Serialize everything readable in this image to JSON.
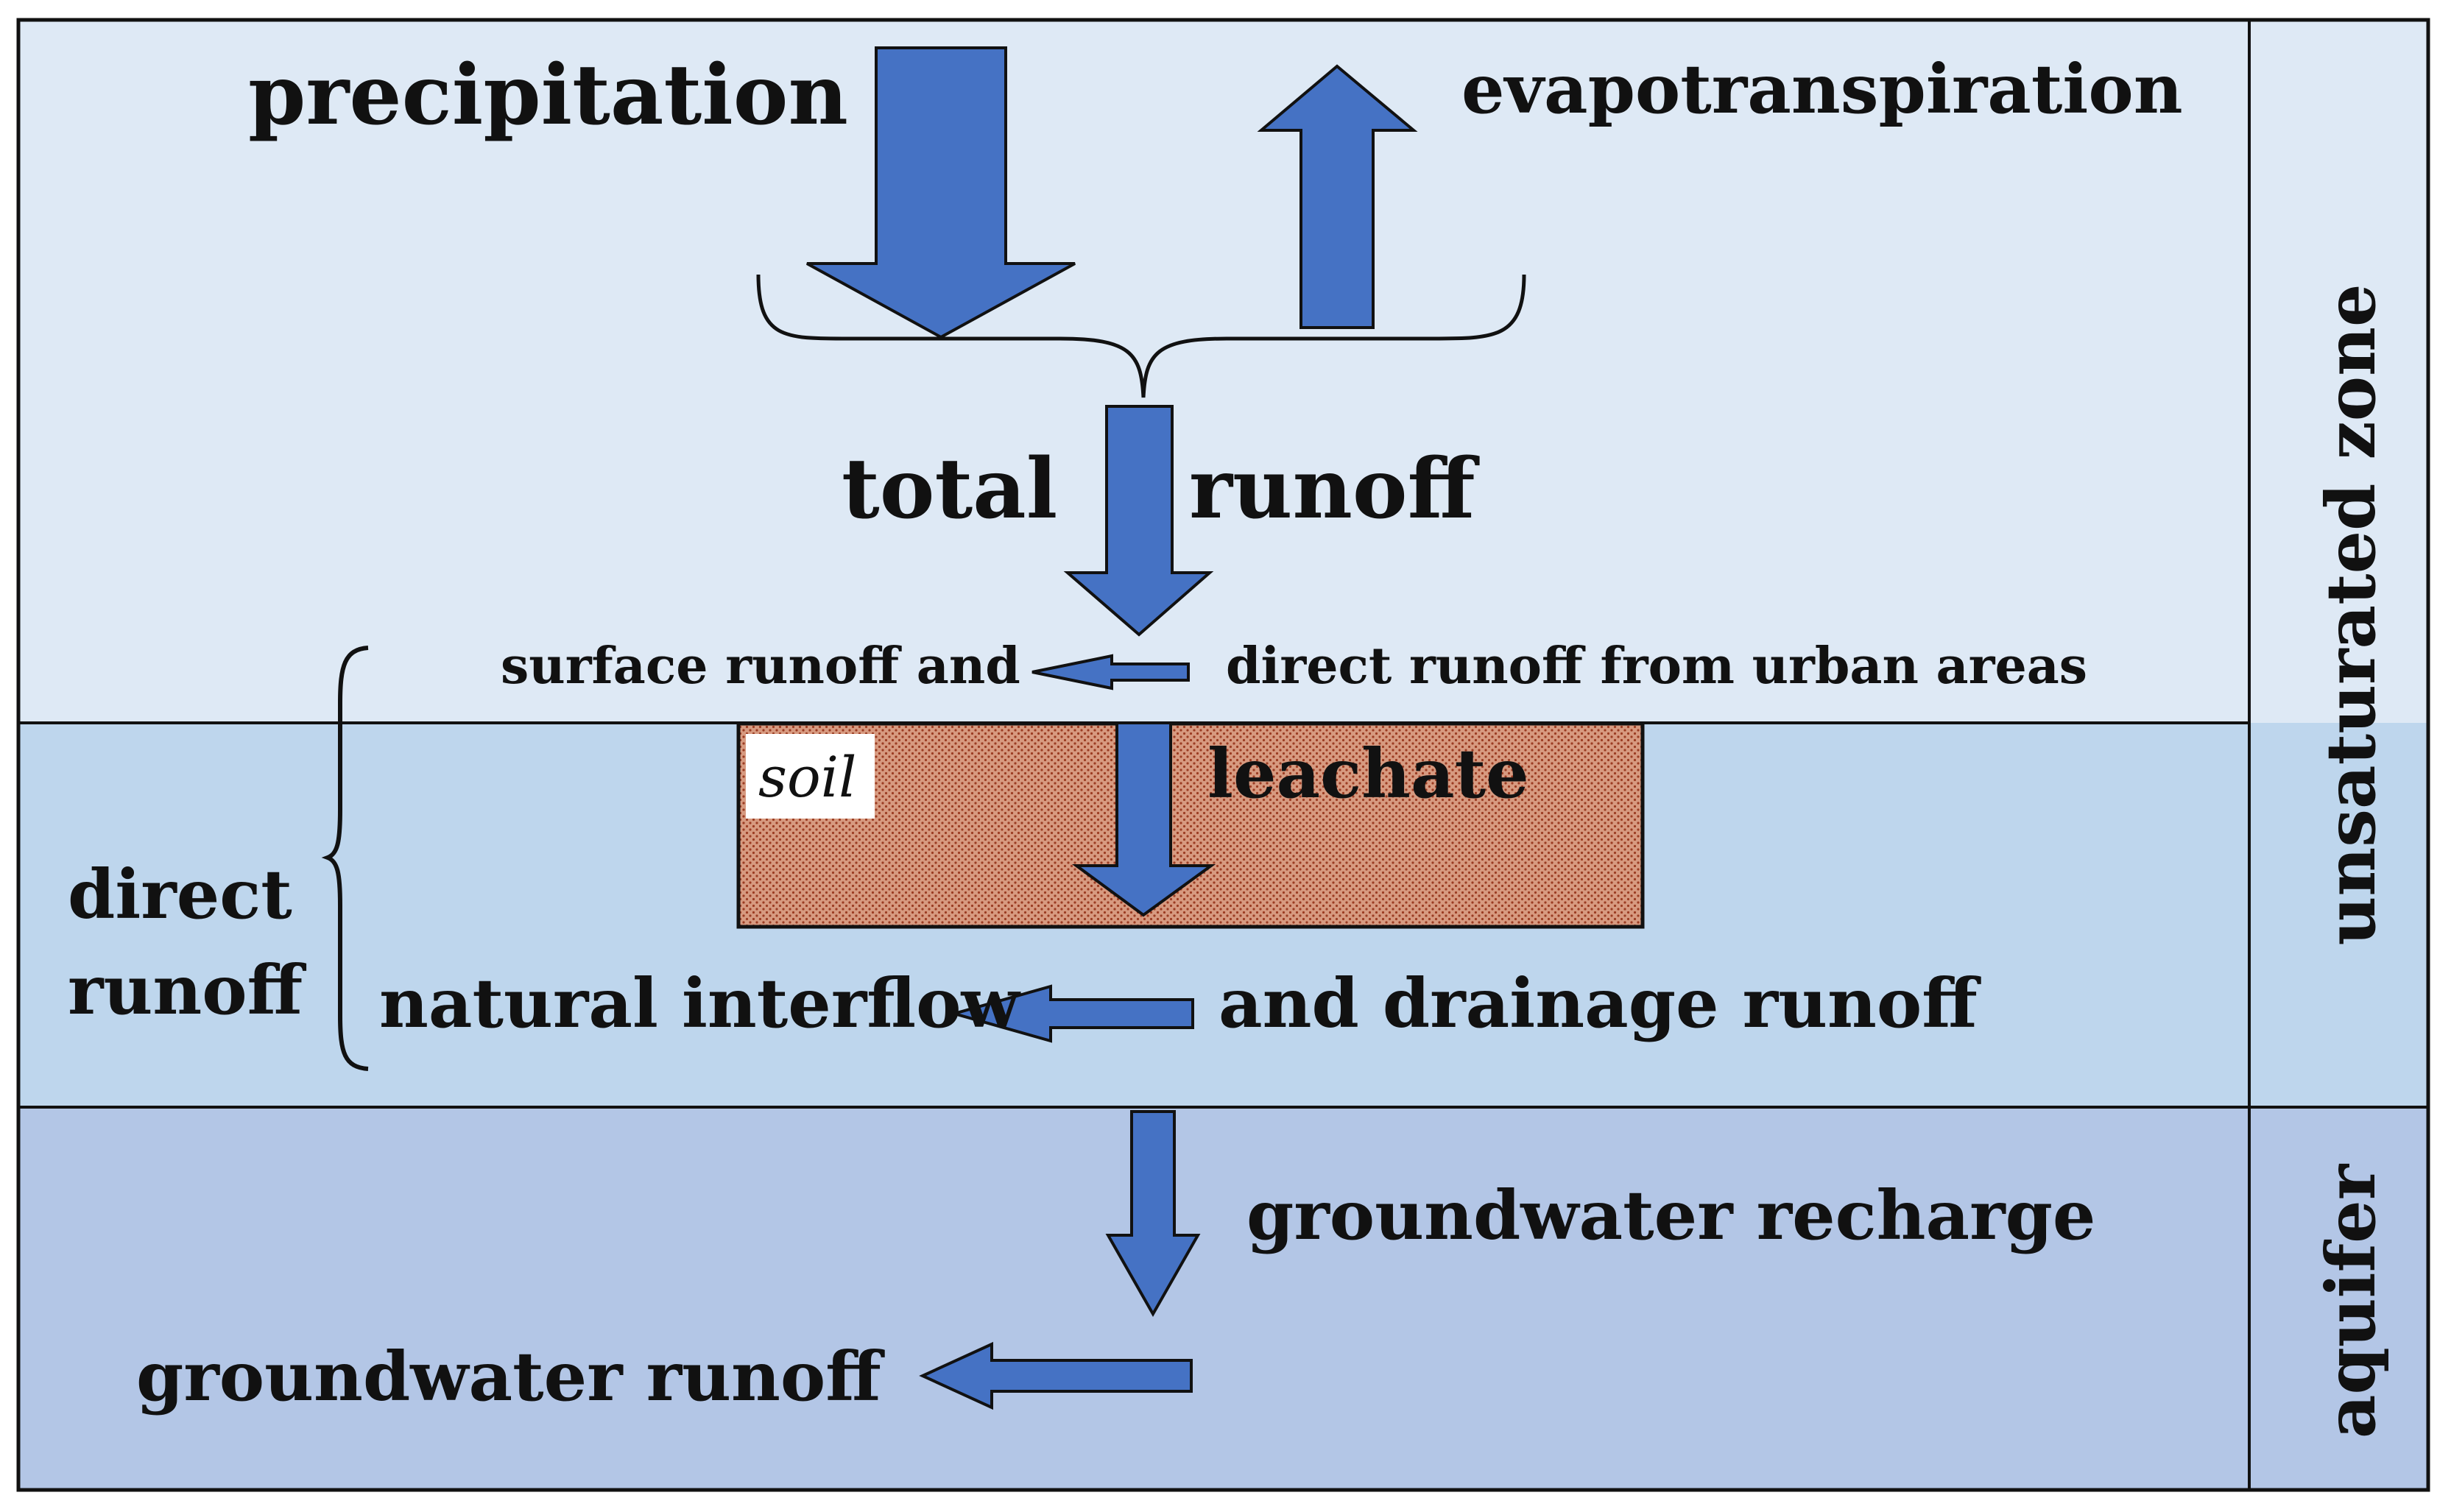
{
  "colors": {
    "zone_top": "#dee9f5",
    "zone_middle": "#bed6ed",
    "zone_bottom": "#b3c6e6",
    "arrow_fill": "#4572c4",
    "soil_fill": "#d79a80",
    "soil_dots": "#9b3c22",
    "outline": "#111111"
  },
  "labels": {
    "precipitation": "precipitation",
    "evapotranspiration": "evapotranspiration",
    "total": "total",
    "runoff": "runoff",
    "surface_runoff_and": "surface runoff  and",
    "direct_runoff_urban": "direct runoff from urban areas",
    "soil": "soil",
    "leachate": "leachate",
    "direct": "direct",
    "runoff_side": "runoff",
    "natural_interflow": "natural interflow",
    "and_drainage_runoff": "and  drainage runoff",
    "groundwater_recharge": "groundwater  recharge",
    "groundwater_runoff": "groundwater  runoff",
    "unsaturated_zone": "unsaturated zone",
    "aquifer": "aquifer"
  }
}
